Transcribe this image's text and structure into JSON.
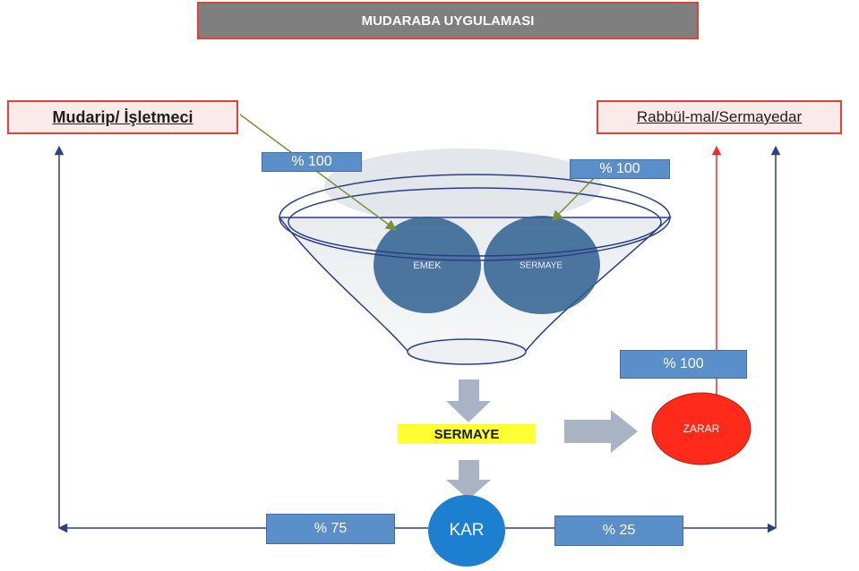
{
  "title": "MUDARABA UYGULAMASI",
  "parties": {
    "left": "Mudarip/ İşletmeci",
    "right": "Rabbül-mal/Sermayedar"
  },
  "funnel": {
    "labor": "EMEK",
    "capital": "SERMAYE"
  },
  "percentages": {
    "labor_share": "% 100",
    "capital_share": "% 100",
    "loss_share": "% 100",
    "profit_left": "% 75",
    "profit_right": "% 25"
  },
  "flow": {
    "capital_label": "SERMAYE",
    "loss": "ZARAR",
    "profit": "KAR"
  },
  "colors": {
    "title_bg": "#7f7f7f",
    "border_red": "#e0423a",
    "percent_box": "#5b8fc9",
    "circle_blue": "#2e5f8f",
    "loss_red": "#ff2a1a",
    "profit_blue": "#1c7fd0",
    "highlight_yellow": "#ffff33",
    "arrow_navy": "#2b3f86",
    "arrow_olive": "#7a8f3a",
    "arrow_gray": "#a9b3c4"
  }
}
